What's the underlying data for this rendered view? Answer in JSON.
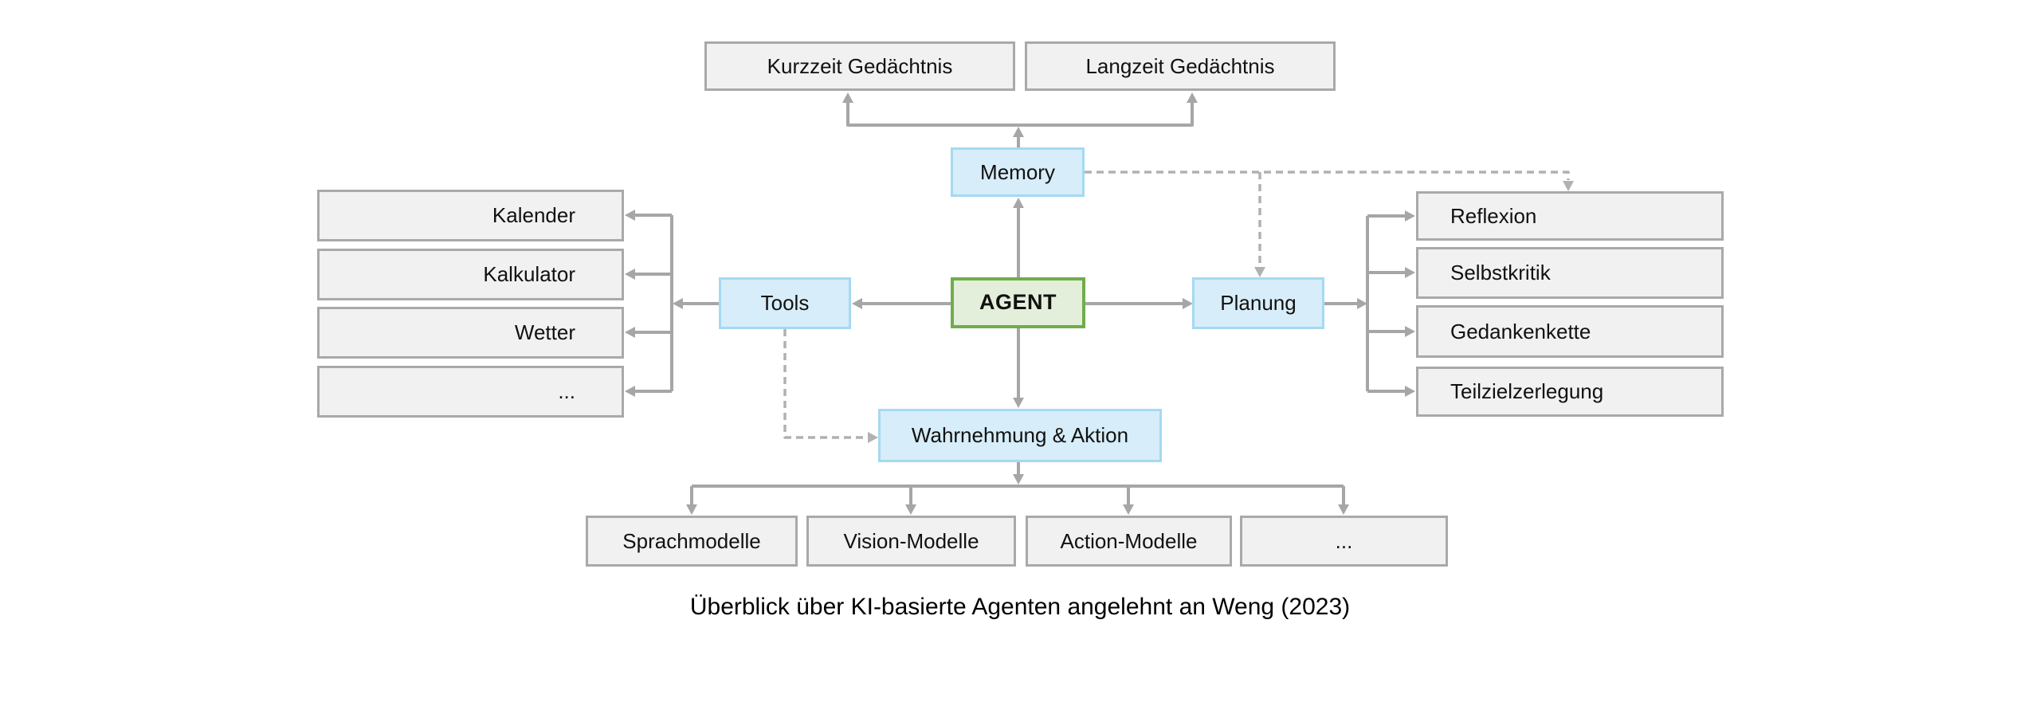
{
  "caption": "Überblick über KI-basierte Agenten angelehnt an Weng (2023)",
  "nodes": [
    {
      "id": "kurzzeit",
      "label": "Kurzzeit Gedächtnis",
      "kind": "gray"
    },
    {
      "id": "langzeit",
      "label": "Langzeit Gedächtnis",
      "kind": "gray"
    },
    {
      "id": "memory",
      "label": "Memory",
      "kind": "blue"
    },
    {
      "id": "tools",
      "label": "Tools",
      "kind": "blue"
    },
    {
      "id": "agent",
      "label": "AGENT",
      "kind": "green"
    },
    {
      "id": "planung",
      "label": "Planung",
      "kind": "blue"
    },
    {
      "id": "wahrnehmung",
      "label": "Wahrnehmung & Aktion",
      "kind": "blue"
    },
    {
      "id": "kalender",
      "label": "Kalender",
      "kind": "gray"
    },
    {
      "id": "kalkulator",
      "label": "Kalkulator",
      "kind": "gray"
    },
    {
      "id": "wetter",
      "label": "Wetter",
      "kind": "gray"
    },
    {
      "id": "tools-more",
      "label": "...",
      "kind": "gray"
    },
    {
      "id": "reflexion",
      "label": "Reflexion",
      "kind": "gray"
    },
    {
      "id": "selbstkritik",
      "label": "Selbstkritik",
      "kind": "gray"
    },
    {
      "id": "gedankenkette",
      "label": "Gedankenkette",
      "kind": "gray"
    },
    {
      "id": "teilzielzerlegung",
      "label": "Teilzielzerlegung",
      "kind": "gray"
    },
    {
      "id": "sprachmodelle",
      "label": "Sprachmodelle",
      "kind": "gray"
    },
    {
      "id": "vision-modelle",
      "label": "Vision-Modelle",
      "kind": "gray"
    },
    {
      "id": "action-modelle",
      "label": "Action-Modelle",
      "kind": "gray"
    },
    {
      "id": "modelle-more",
      "label": "...",
      "kind": "gray"
    }
  ],
  "colors": {
    "connector_solid": "#a6a6a6",
    "connector_dashed": "#b1b1b1",
    "gray_fill": "#f1f1f1",
    "gray_border": "#a9a9a9",
    "blue_fill": "#d7edf9",
    "blue_border": "#a5d9f2",
    "green_fill": "#e3efda",
    "green_border": "#6fad4c",
    "text": "#111111",
    "background": "#ffffff"
  }
}
